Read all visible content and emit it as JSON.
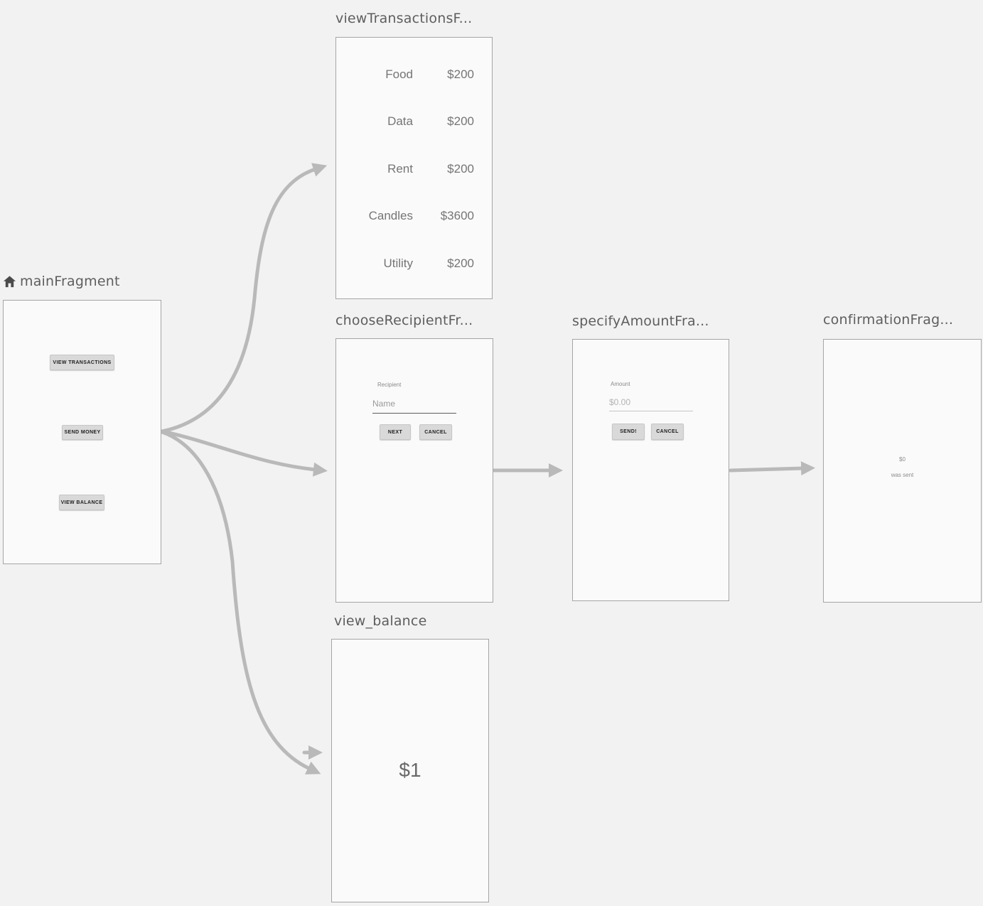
{
  "colors": {
    "background": "#f2f2f2",
    "card_background": "#fafafa",
    "card_border": "#a5a5a5",
    "arrow": "#b9b9b9",
    "button_background": "#d9d9d9",
    "title_text": "#5e5e5e"
  },
  "icons": {
    "home": "home-icon"
  },
  "edges": [
    {
      "from": "mainFragment",
      "to": "viewTransactionsFragment"
    },
    {
      "from": "mainFragment",
      "to": "chooseRecipientFragment"
    },
    {
      "from": "mainFragment",
      "to": "view_balance"
    },
    {
      "from": "",
      "to": "view_balance"
    },
    {
      "from": "chooseRecipientFragment",
      "to": "specifyAmountFragment"
    },
    {
      "from": "specifyAmountFragment",
      "to": "confirmationFragment"
    }
  ],
  "fragments": {
    "main": {
      "title": "mainFragment",
      "buttons": {
        "view_transactions": "VIEW TRANSACTIONS",
        "send_money": "SEND MONEY",
        "view_balance": "VIEW BALANCE"
      }
    },
    "view_transactions": {
      "title": "viewTransactionsF...",
      "rows": [
        {
          "name": "Food",
          "amount": "$200"
        },
        {
          "name": "Data",
          "amount": "$200"
        },
        {
          "name": "Rent",
          "amount": "$200"
        },
        {
          "name": "Candles",
          "amount": "$3600"
        },
        {
          "name": "Utility",
          "amount": "$200"
        }
      ]
    },
    "choose_recipient": {
      "title": "chooseRecipientFr...",
      "field_label": "Recipient",
      "field_hint": "Name",
      "next_button": "NEXT",
      "cancel_button": "CANCEL"
    },
    "specify_amount": {
      "title": "specifyAmountFra...",
      "field_label": "Amount",
      "field_hint": "$0.00",
      "send_button": "SEND!",
      "cancel_button": "CANCEL"
    },
    "confirmation": {
      "title": "confirmationFrag...",
      "amount": "$0",
      "caption": "was sent"
    },
    "view_balance": {
      "title": "view_balance",
      "balance": "$1"
    }
  }
}
